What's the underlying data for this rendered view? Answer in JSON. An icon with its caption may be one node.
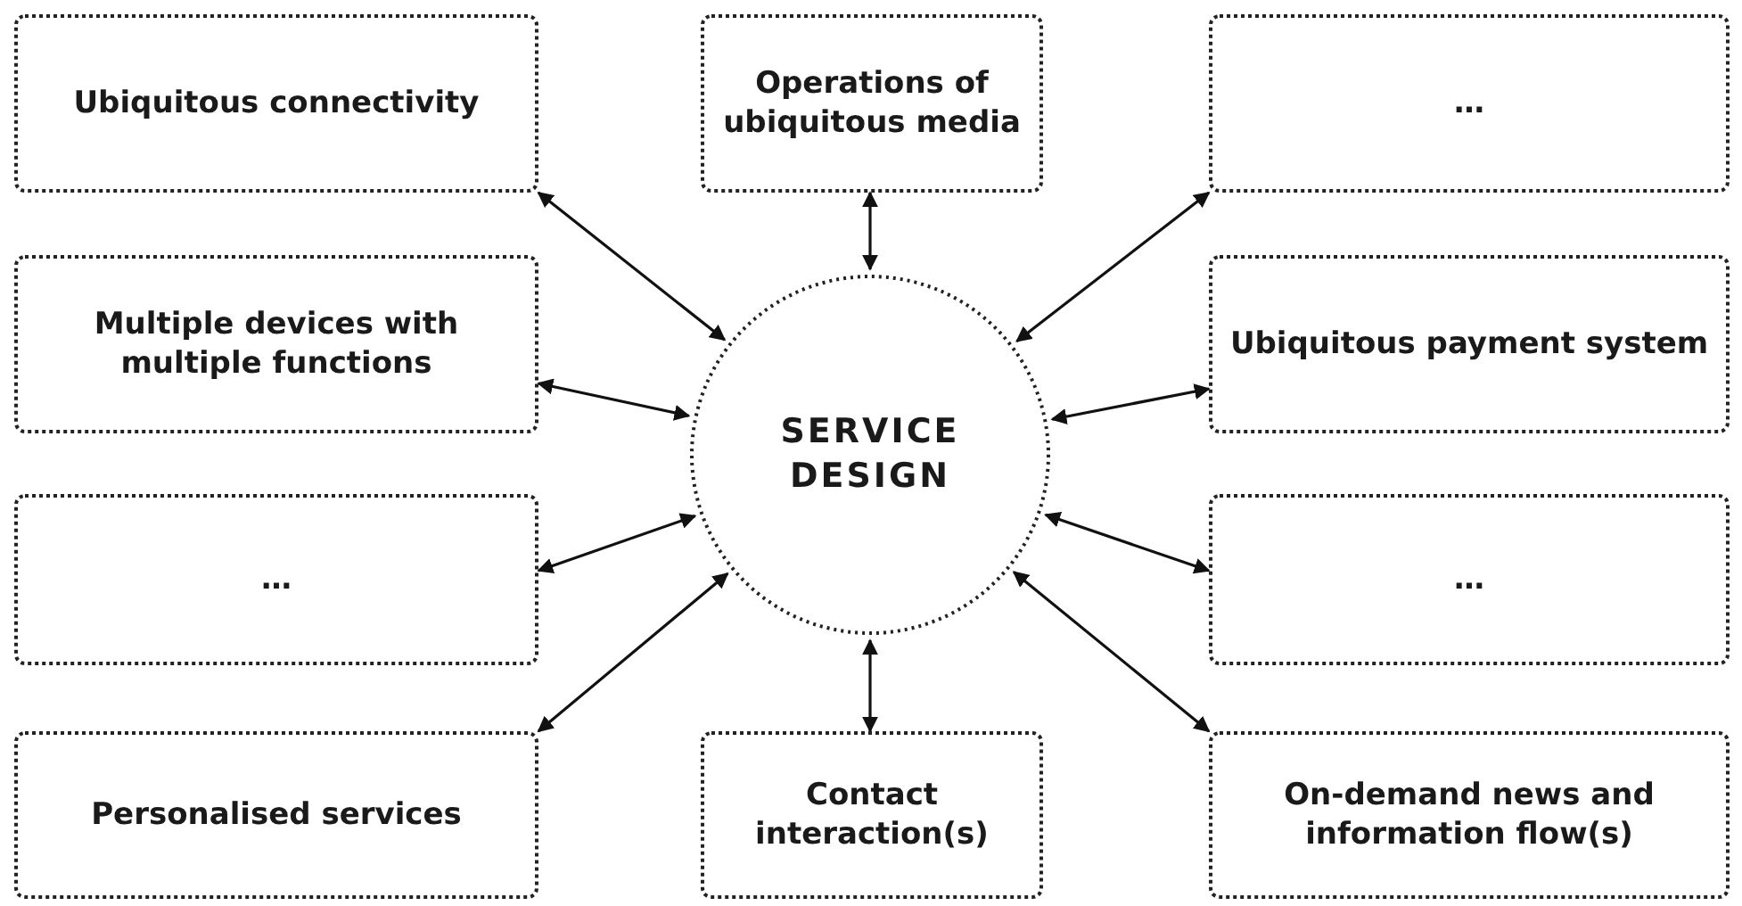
{
  "diagram": {
    "nodes": [
      {
        "text": [
          "Ubiquitous connectivity"
        ]
      },
      {
        "text": [
          "Operations of ubiquitous media"
        ]
      },
      {
        "text": [
          "…"
        ]
      },
      {
        "text": [
          "Multiple devices with multiple functions"
        ]
      },
      {
        "text": [
          "SERVICE DESIGN"
        ]
      },
      {
        "text": [
          "Ubiquitous payment system"
        ]
      },
      {
        "text": [
          "…"
        ]
      },
      {
        "text": [
          "…"
        ]
      },
      {
        "text": [
          "Personalised services"
        ]
      },
      {
        "text": [
          "Contact interaction(s)"
        ]
      },
      {
        "text": [
          "On-demand news and information flow(s)"
        ]
      }
    ],
    "edges": [
      {
        "from": 4,
        "to": 0,
        "arrow": "both"
      },
      {
        "from": 4,
        "to": 1,
        "arrow": "both"
      },
      {
        "from": 4,
        "to": 2,
        "arrow": "both"
      },
      {
        "from": 4,
        "to": 3,
        "arrow": "both"
      },
      {
        "from": 4,
        "to": 5,
        "arrow": "both"
      },
      {
        "from": 4,
        "to": 6,
        "arrow": "both"
      },
      {
        "from": 4,
        "to": 7,
        "arrow": "both"
      },
      {
        "from": 4,
        "to": 8,
        "arrow": "both"
      },
      {
        "from": 4,
        "to": 9,
        "arrow": "both"
      },
      {
        "from": 4,
        "to": 10,
        "arrow": "both"
      }
    ]
  }
}
